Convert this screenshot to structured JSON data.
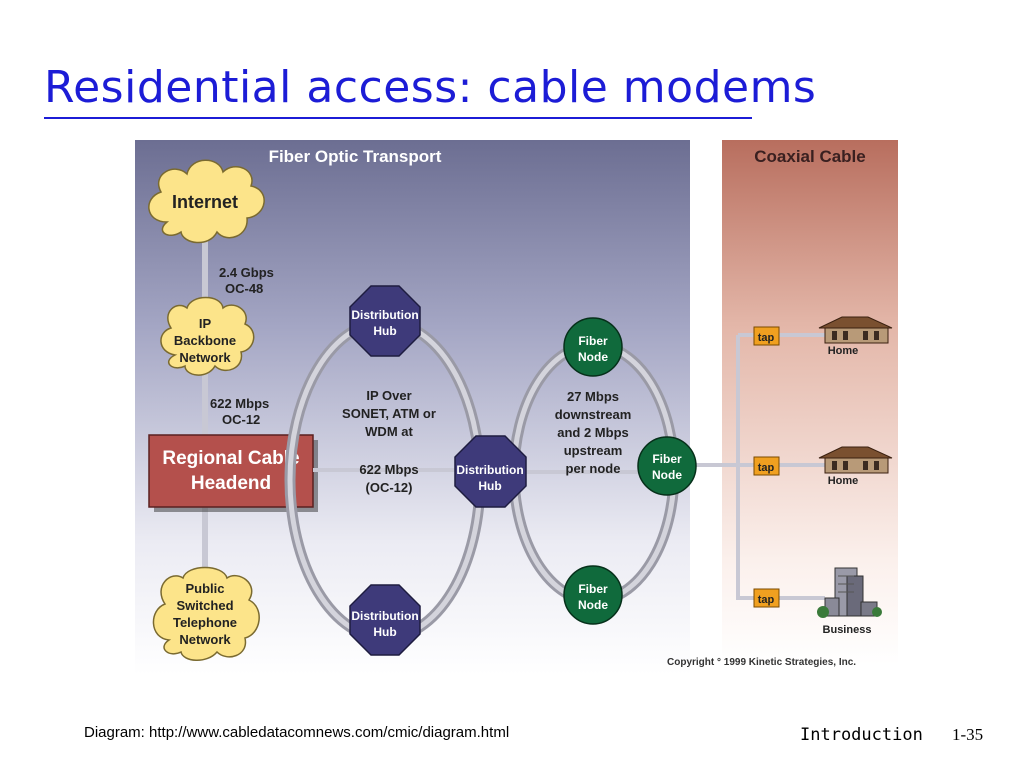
{
  "slide": {
    "title": "Residential access: cable modems",
    "source": "Diagram: http://www.cabledatacomnews.com/cmic/diagram.html",
    "section": "Introduction",
    "page": "1-35"
  },
  "diagram": {
    "fiber_header": "Fiber Optic Transport",
    "coax_header": "Coaxial Cable",
    "internet": "Internet",
    "link1": [
      "2.4 Gbps",
      "OC-48"
    ],
    "ip_backbone": [
      "IP",
      "Backbone",
      "Network"
    ],
    "link2": [
      "622 Mbps",
      "OC-12"
    ],
    "headend": [
      "Regional Cable",
      "Headend"
    ],
    "pstn": [
      "Public",
      "Switched",
      "Telephone",
      "Network"
    ],
    "hub_label": [
      "Distribution",
      "Hub"
    ],
    "ring_text": [
      "IP Over",
      "SONET, ATM or",
      "WDM at",
      "",
      "622 Mbps",
      "(OC-12)"
    ],
    "node_label": [
      "Fiber",
      "Node"
    ],
    "node_ring_text": [
      "27 Mbps",
      "downstream",
      "and 2 Mbps",
      "upstream",
      "per node"
    ],
    "tap": "tap",
    "home": "Home",
    "business": "Business",
    "copyright": "Copyright ° 1999 Kinetic Strategies, Inc."
  },
  "colors": {
    "title_blue": "#1c1cd6",
    "cloud_yellow": "#fce48a",
    "headend_red": "#b4504c",
    "hub_purple": "#3e3a7a",
    "node_green": "#106a3c",
    "tap_orange": "#f0a020"
  }
}
